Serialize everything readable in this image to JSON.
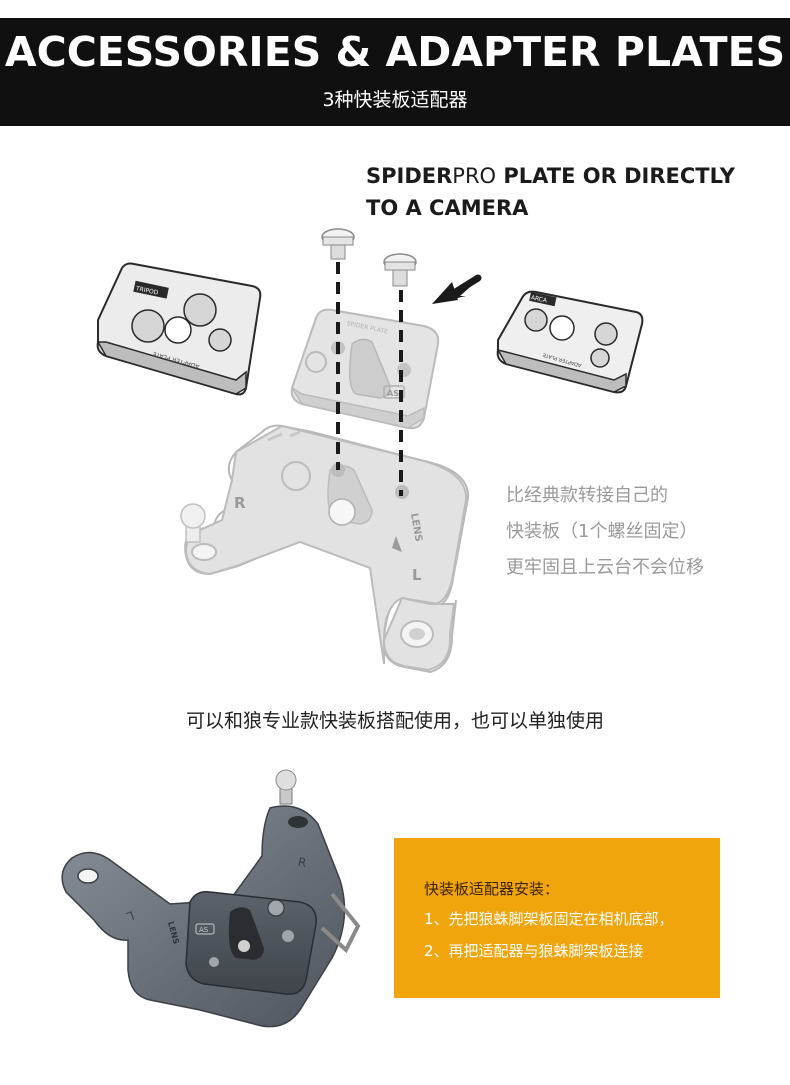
{
  "hero": {
    "title": "ACCESSORIES & ADAPTER PLATES",
    "subtitle": "3种快装板适配器"
  },
  "headline": {
    "part_bold_1": "SPIDER",
    "part_light": "PRO",
    "part_bold_2": " PLATE OR DIRECTLY",
    "line2": "TO A CAMERA"
  },
  "illustration": {
    "plate_badge": "AS",
    "plate_engraving": "SPIDER PLATE",
    "base_label_r": "R",
    "base_label_l": "L",
    "base_label_lens": "LENS",
    "left_plate_tag": "TRIPOD",
    "left_plate_engraving": "ADAPTER PLATE",
    "right_plate_tag": "ARCA",
    "right_plate_engraving": "ADAPTER PLATE"
  },
  "note": {
    "line1": "比经典款转接自己的",
    "line2": "快装板（1个螺丝固定）",
    "line3": "更牢固且上云台不会位移"
  },
  "caption": "可以和狼专业款快装板搭配使用，也可以单独使用",
  "photo": {
    "label_r": "R",
    "label_l": "L",
    "label_lens": "LENS",
    "label_as": "AS"
  },
  "install": {
    "title": "快装板适配器安装：",
    "step1": "1、先把狼蛛脚架板固定在相机底部，",
    "step2": "2、再把适配器与狼蛛脚架板连接"
  },
  "colors": {
    "band": "#101010",
    "install_box": "#f1a50c",
    "metal": "#6b727a",
    "ghost": "#d9d9d9"
  }
}
